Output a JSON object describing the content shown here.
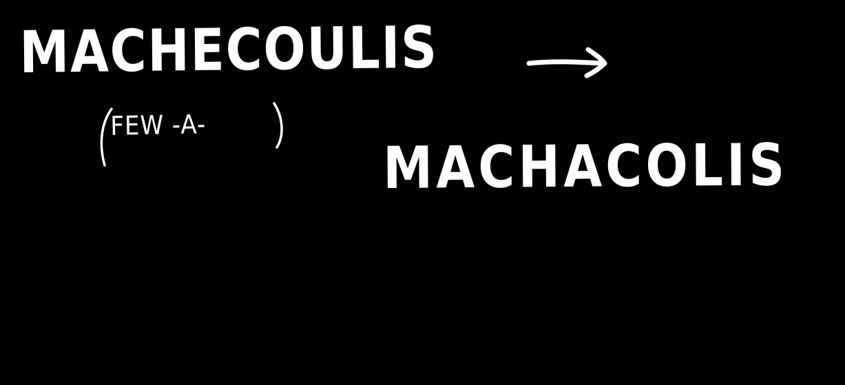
{
  "board": {
    "background": "#000000",
    "ink": "#ffffff",
    "original_word": "MACHECOULIS",
    "arrow_icon": "right-arrow-icon",
    "note": "FEW -A-",
    "derived_word": "MACHACOLIS"
  }
}
